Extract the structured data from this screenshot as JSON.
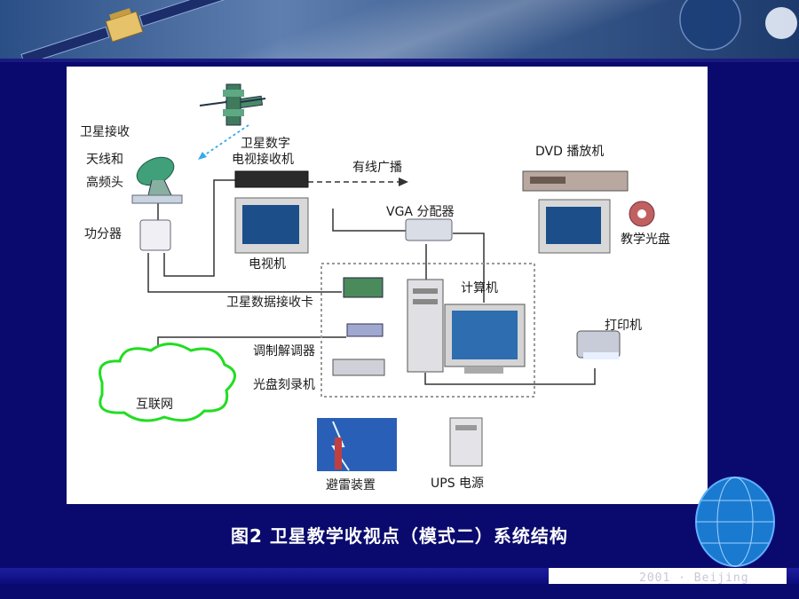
{
  "labels": {
    "antenna": [
      "卫星接收",
      "天线和",
      "高频头"
    ],
    "splitter": "功分器",
    "receiver": [
      "卫星数字",
      "电视接收机"
    ],
    "cable_broadcast": "有线广播",
    "dvd_player": "DVD 播放机",
    "teaching_disc": "教学光盘",
    "vga_splitter": "VGA 分配器",
    "tv": "电视机",
    "computer": "计算机",
    "satellite_card": "卫星数据接收卡",
    "modem": "调制解调器",
    "printer": "打印机",
    "cd_burner": "光盘刻录机",
    "internet": "互联网",
    "lightning": "避雷装置",
    "ups": "UPS 电源"
  },
  "caption": "图2   卫星教学收视点（模式二）系统结构",
  "footer": "2001 · Beijing",
  "colors": {
    "background": "#0a0a6e",
    "panel": "#ffffff",
    "internet_cloud": "#22dd22",
    "wire": "#333333"
  }
}
